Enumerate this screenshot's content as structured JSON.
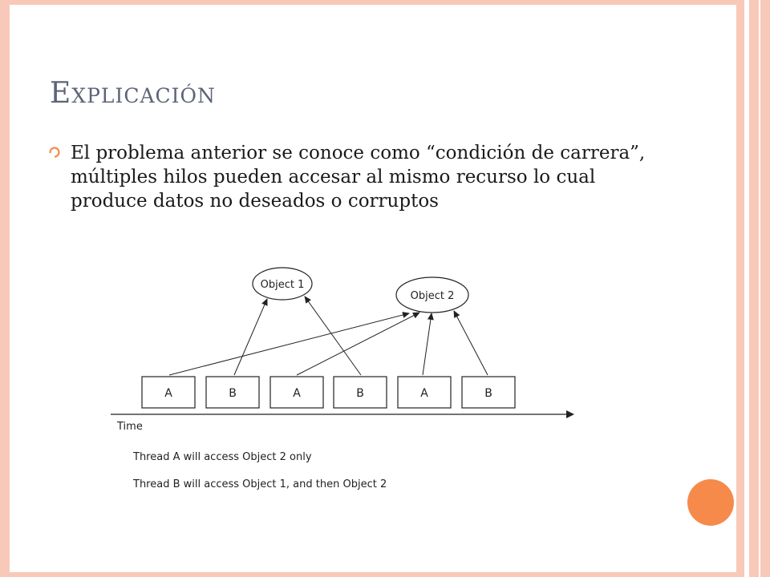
{
  "slide": {
    "title": "Explicación",
    "bullet": "El problema anterior se conoce como “condición de carrera”, múltiples hilos pueden accesar al mismo recurso lo cual produce datos no deseados o corruptos"
  },
  "diagram": {
    "objects": [
      "Object 1",
      "Object 2"
    ],
    "threads": [
      "A",
      "B",
      "A",
      "B",
      "A",
      "B"
    ],
    "axis_label": "Time",
    "legend": [
      "Thread A will access Object 2 only",
      "Thread B will access Object 1, and then Object 2"
    ]
  },
  "colors": {
    "frame": "#f8c9b8",
    "accent": "#f58a4b",
    "title": "#5d6478"
  }
}
